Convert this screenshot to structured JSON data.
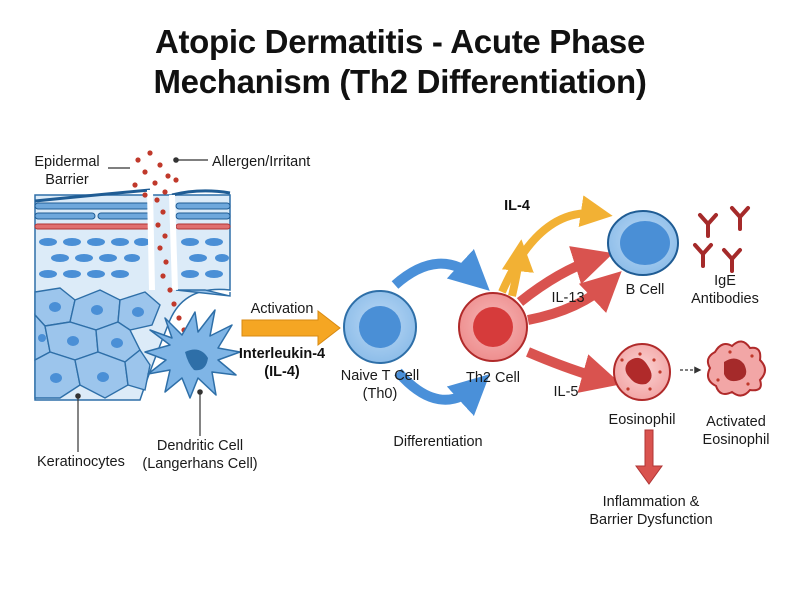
{
  "title": {
    "line1": "Atopic Dermatitis - Acute Phase",
    "line2": "Mechanism (Th2 Differentiation)"
  },
  "labels": {
    "epidermal_barrier_1": "Epidermal",
    "epidermal_barrier_2": "Barrier",
    "allergen": "Allergen/Irritant",
    "keratinocytes": "Keratinocytes",
    "dendritic_1": "Dendritic Cell",
    "dendritic_2": "(Langerhans Cell)",
    "activation": "Activation",
    "interleukin_1": "Interleukin-4",
    "interleukin_2": "(IL-4)",
    "naive_1": "Naive T Cell",
    "naive_2": "(Th0)",
    "differentiation": "Differentiation",
    "th2": "Th2 Cell",
    "il4": "IL-4",
    "il13": "IL-13",
    "il5": "IL-5",
    "bcell": "B Cell",
    "ige_1": "IgE",
    "ige_2": "Antibodies",
    "eosinophil": "Eosinophil",
    "activated_1": "Activated",
    "activated_2": "Eosinophil",
    "inflammation_1": "Inflammation &",
    "inflammation_2": "Barrier Dysfunction"
  },
  "colors": {
    "skin_blue": "#5b9bd5",
    "skin_dark": "#2e6fa8",
    "allergen_red": "#c0392b",
    "activation_orange": "#f5a623",
    "il4_orange": "#f2b134",
    "arrow_red": "#d9534f",
    "arrow_blue": "#4a90d9",
    "th2_red": "#d63b3b",
    "tcell_blue": "#4a8fd6"
  }
}
